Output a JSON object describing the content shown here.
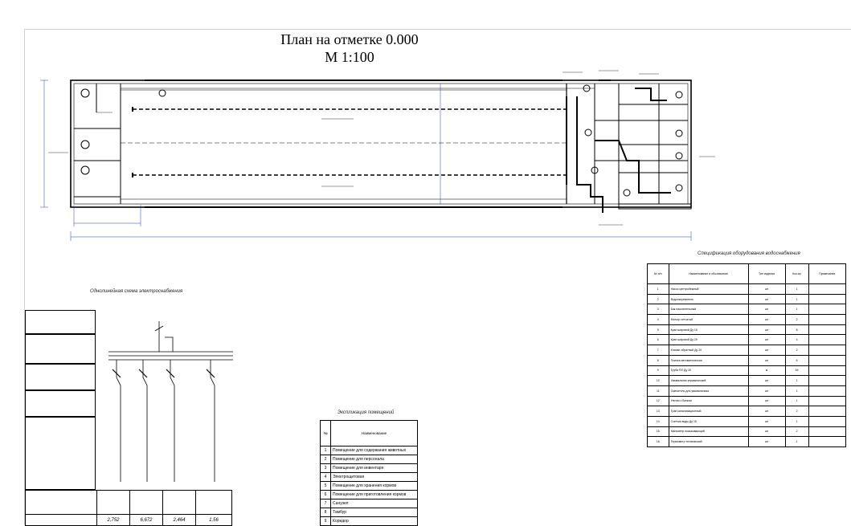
{
  "plan": {
    "title_line1": "План на отметке 0.000",
    "title_line2": "М 1:100"
  },
  "sections": {
    "spec_title": "Спецификация оборудования водоснабжения",
    "scheme_title": "Однолинейная схема электроснабжения",
    "rooms_title": "Экспликация помещений"
  },
  "room_table": {
    "headers": [
      "№",
      "Наименование"
    ],
    "rows": [
      [
        "1",
        "Помещение для содержания животных"
      ],
      [
        "2",
        "Помещение для персонала"
      ],
      [
        "3",
        "Помещение для инвентаря"
      ],
      [
        "4",
        "Электрощитовая"
      ],
      [
        "5",
        "Помещение для хранения кормов"
      ],
      [
        "6",
        "Помещение для приготовления кормов"
      ],
      [
        "7",
        "Санузел"
      ],
      [
        "8",
        "Тамбур"
      ],
      [
        "9",
        "Коридор"
      ]
    ]
  },
  "spec_table": {
    "headers": [
      "№ п/п",
      "Наименование и обозначение",
      "Тип изделия",
      "Кол-во",
      "Примечание"
    ],
    "rows": [
      [
        "1",
        "Насос центробежный",
        "шт",
        "1",
        ""
      ],
      [
        "2",
        "Водонагреватель",
        "шт",
        "1",
        ""
      ],
      [
        "3",
        "Бак накопительный",
        "шт",
        "1",
        ""
      ],
      [
        "4",
        "Фильтр сетчатый",
        "шт",
        "2",
        ""
      ],
      [
        "5",
        "Кран шаровой Ду 15",
        "шт",
        "8",
        ""
      ],
      [
        "6",
        "Кран шаровой Ду 20",
        "шт",
        "4",
        ""
      ],
      [
        "7",
        "Клапан обратный Ду 20",
        "шт",
        "2",
        ""
      ],
      [
        "8",
        "Поилка автоматическая",
        "шт",
        "6",
        ""
      ],
      [
        "9",
        "Труба ПП Ду 20",
        "м",
        "64",
        ""
      ],
      [
        "10",
        "Умывальник керамический",
        "шт",
        "1",
        ""
      ],
      [
        "11",
        "Смеситель для умывальника",
        "шт",
        "1",
        ""
      ],
      [
        "12",
        "Унитаз с бачком",
        "шт",
        "1",
        ""
      ],
      [
        "13",
        "Трап канализационный",
        "шт",
        "2",
        ""
      ],
      [
        "14",
        "Счетчик воды Ду 15",
        "шт",
        "1",
        ""
      ],
      [
        "15",
        "Манометр показывающий",
        "шт",
        "2",
        ""
      ],
      [
        "16",
        "Термометр технический",
        "шт",
        "1",
        ""
      ]
    ]
  },
  "bottom_values": [
    "2,752",
    "6,672",
    "2,464",
    "1,56"
  ],
  "colors": {
    "line": "#000000",
    "dim_blue": "#1a3cc8",
    "frame": "#cfcfcf"
  }
}
